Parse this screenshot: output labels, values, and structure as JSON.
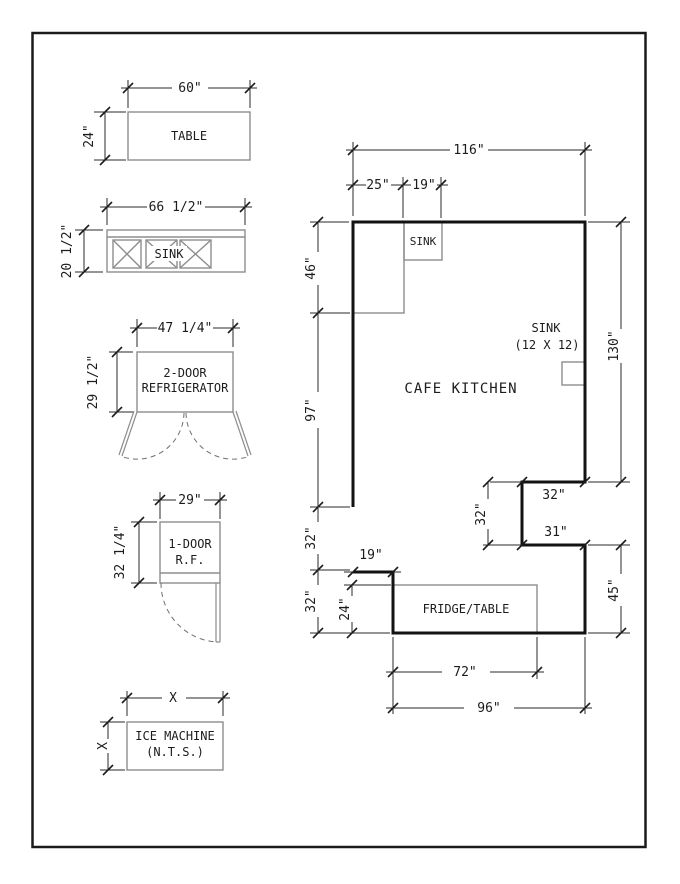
{
  "colors": {
    "background": "#ffffff",
    "wall_line": "#121212",
    "furniture_line": "#8d8d8d",
    "dimension_line": "#2a2a2a",
    "text": "#1c1c1c"
  },
  "legend": {
    "table": {
      "label": "TABLE",
      "width_dim": "60\"",
      "depth_dim": "24\""
    },
    "sink_unit": {
      "label": "SINK",
      "width_dim": "66 1/2\"",
      "depth_dim": "20 1/2\""
    },
    "refrigerator_2door": {
      "label_line1": "2-DOOR",
      "label_line2": "REFRIGERATOR",
      "width_dim": "47 1/4\"",
      "depth_dim": "29 1/2\""
    },
    "rf_1door": {
      "label_line1": "1-DOOR",
      "label_line2": "R.F.",
      "width_dim": "29\"",
      "depth_dim": "32 1/4\""
    },
    "ice_machine": {
      "label_line1": "ICE MACHINE",
      "label_line2": "(N.T.S.)",
      "width_dim": "X",
      "depth_dim": "X"
    }
  },
  "plan": {
    "room_label": "CAFE KITCHEN",
    "top_sink_label": "SINK",
    "wall_sink_label_line1": "SINK",
    "wall_sink_label_line2": "(12 X 12)",
    "fridge_table_label": "FRIDGE/TABLE",
    "dims": {
      "overall_width": "116\"",
      "sink_offset": "25\"",
      "sink_width": "19\"",
      "counter_depth": "46\"",
      "opening_height": "97\"",
      "left_wall_upper": "32\"",
      "left_wall_lower": "32\"",
      "left_step": "19\"",
      "fridge_table_depth": "24\"",
      "right_wall_upper": "130\"",
      "notch_width": "32\"",
      "notch_height": "32\"",
      "notch_return": "31\"",
      "right_wall_lower": "45\"",
      "fridge_table_width": "72\"",
      "bottom_wall": "96\""
    }
  }
}
